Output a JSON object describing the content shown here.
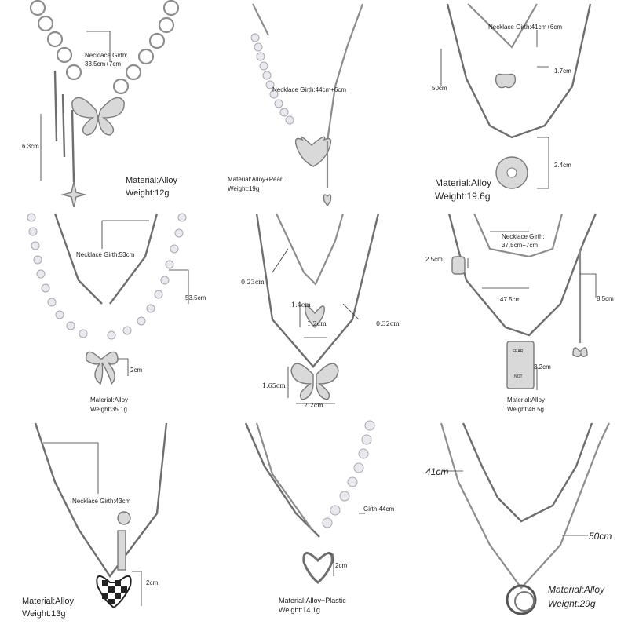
{
  "products": [
    {
      "id": "p1",
      "labels": {
        "girth": "Necklace Girth:",
        "girth2": "33.5cm+7cm",
        "drop": "6.3cm",
        "material": "Material:Alloy",
        "weight": "Weight:12g"
      }
    },
    {
      "id": "p2",
      "labels": {
        "girth": "Necklace Girth:44cm+6cm",
        "material": "Material:Alloy+Pearl",
        "weight": "Weight:19g"
      }
    },
    {
      "id": "p3",
      "labels": {
        "girth": "Necklace Girth:41cm+6cm",
        "len": "50cm",
        "pendant1": "1.7cm",
        "pendant2": "2.4cm",
        "material": "Material:Alloy",
        "weight": "Weight:19.6g"
      }
    },
    {
      "id": "p4",
      "labels": {
        "girth": "Necklace Girth:53cm",
        "len": "53.5cm",
        "pendant": "2cm",
        "material": "Material:Alloy",
        "weight": "Weight:35.1g"
      }
    },
    {
      "id": "p5",
      "labels": {
        "w1": "0.23cm",
        "h1": "1.4cm",
        "w2": "1.2cm",
        "w3": "0.32cm",
        "h2": "1.65cm",
        "w4": "2.2cm"
      }
    },
    {
      "id": "p6",
      "labels": {
        "girth": "Necklace Girth:",
        "girth2": "37.5cm+7cm",
        "lock": "2.5cm",
        "len": "47.5cm",
        "drop": "8.5cm",
        "tag": "3.2cm",
        "tag_text1": "FEAR",
        "tag_text2": "NOT",
        "material": "Material:Alloy",
        "weight": "Weight:46.5g"
      }
    },
    {
      "id": "p7",
      "labels": {
        "girth": "Necklace Girth:43cm",
        "pendant": "2cm",
        "material": "Material:Alloy",
        "weight": "Weight:13g"
      }
    },
    {
      "id": "p8",
      "labels": {
        "girth": "Girth:44cm",
        "pendant": "2cm",
        "material": "Material:Alloy+Plastic",
        "weight": "Weight:14.1g"
      }
    },
    {
      "id": "p9",
      "labels": {
        "len1": "41cm",
        "len2": "50cm",
        "material": "Material:Alloy",
        "weight": "Weight:29g"
      }
    }
  ]
}
